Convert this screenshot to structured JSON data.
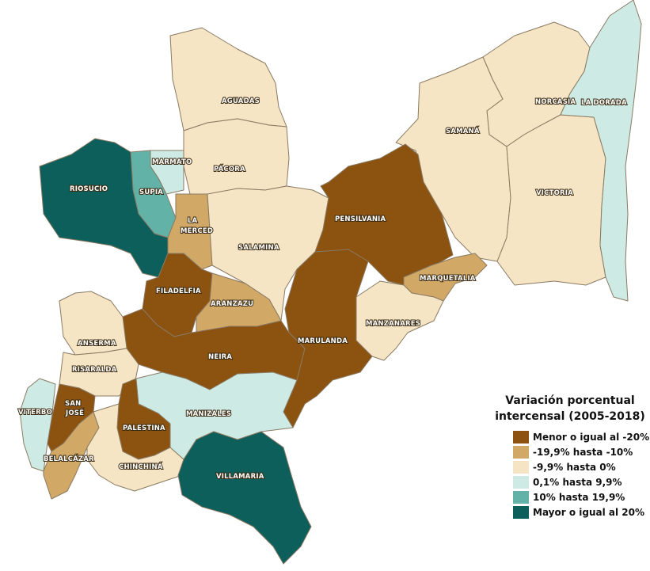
{
  "map": {
    "colors": {
      "c1": "#8b5210",
      "c2": "#d1a866",
      "c3": "#f5e5c4",
      "c4": "#cdebe4",
      "c5": "#62b2a8",
      "c6": "#0c5f5a"
    },
    "municipios": {
      "aguadas": "AGUADAS",
      "norcasia": "NORCASIA",
      "la_dorada": "LA DORADA",
      "samana": "SAMANÁ",
      "marmato": "MARMATO",
      "pacora": "PÁCORA",
      "riosucio": "RIOSUCIO",
      "supia": "SUPIA",
      "victoria": "VICTORIA",
      "la_merced_1": "LA",
      "la_merced_2": "MERCED",
      "pensilvania": "PENSILVANIA",
      "salamina": "SALAMINA",
      "marquetalia": "MARQUETALIA",
      "filadelfia": "FILADELFIA",
      "aranzazu": "ARANZAZU",
      "manzanares": "MANZANARES",
      "anserma": "ANSERMA",
      "marulanda": "MARULANDA",
      "neira": "NEIRA",
      "risaralda": "RISARALDA",
      "viterbo": "VITERBO",
      "san_jose_1": "SAN",
      "san_jose_2": "JOSÉ",
      "manizales": "MANIZALES",
      "palestina": "PALESTINA",
      "belalcazar": "BELALCÁZAR",
      "chinchina": "CHINCHINÁ",
      "villamaria": "VILLAMARIA"
    }
  },
  "legend": {
    "title_line1": "Variación porcentual",
    "title_line2": "intercensal (2005-2018)",
    "items": [
      {
        "label": "Menor o igual al -20%",
        "color": "#8b5210"
      },
      {
        "label": "-19,9% hasta -10%",
        "color": "#d1a866"
      },
      {
        "label": "-9,9% hasta 0%",
        "color": "#f5e5c4"
      },
      {
        "label": "0,1% hasta 9,9%",
        "color": "#cdebe4"
      },
      {
        "label": "10% hasta 19,9%",
        "color": "#62b2a8"
      },
      {
        "label": "Mayor o igual al 20%",
        "color": "#0c5f5a"
      }
    ]
  }
}
